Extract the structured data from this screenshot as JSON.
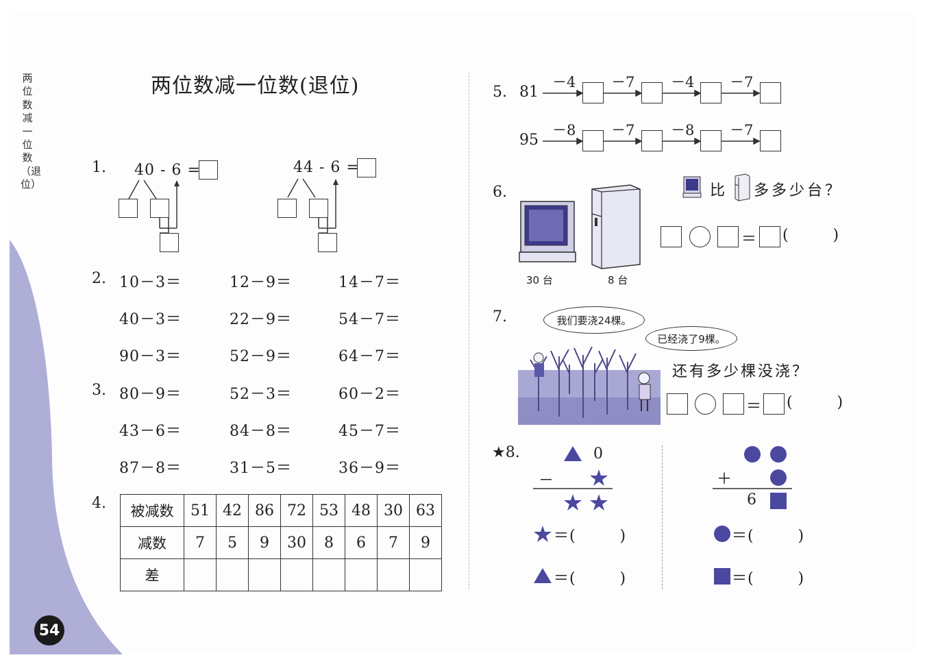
{
  "side_title": "两位数减一位数（退位）",
  "title": "两位数减一位数(退位)",
  "page_number": "54",
  "q1": {
    "num": "1.",
    "left_expr": "40 - 6 =",
    "right_expr": "44 - 6 ="
  },
  "q2": {
    "num": "2.",
    "rows": [
      [
        "10－3＝",
        "12－9＝",
        "14－7＝"
      ],
      [
        "40－3＝",
        "22－9＝",
        "54－7＝"
      ],
      [
        "90－3＝",
        "52－9＝",
        "64－7＝"
      ]
    ]
  },
  "q3": {
    "num": "3.",
    "rows": [
      [
        "80－9＝",
        "52－3＝",
        "60－2＝"
      ],
      [
        "43－6＝",
        "84－8＝",
        "45－7＝"
      ],
      [
        "87－8＝",
        "31－5＝",
        "36－9＝"
      ]
    ]
  },
  "q4": {
    "num": "4.",
    "row_headers": [
      "被减数",
      "减数",
      "差"
    ],
    "minuends": [
      "51",
      "42",
      "86",
      "72",
      "53",
      "48",
      "30",
      "63"
    ],
    "subtrahends": [
      "7",
      "5",
      "9",
      "30",
      "8",
      "6",
      "7",
      "9"
    ]
  },
  "q5": {
    "num": "5.",
    "chains": [
      {
        "start": "81",
        "ops": [
          "－4",
          "－7",
          "－4",
          "－7"
        ]
      },
      {
        "start": "95",
        "ops": [
          "－8",
          "－7",
          "－8",
          "－7"
        ]
      }
    ]
  },
  "q6": {
    "num": "6.",
    "tv_label": "30 台",
    "fridge_label": "8 台",
    "question_part1": "比",
    "question_part2": "多多少台？",
    "paren": "(        )"
  },
  "q7": {
    "num": "7.",
    "bubble1": "我们要浇24棵。",
    "bubble2": "已经浇了9棵。",
    "question": "还有多少棵没浇？",
    "paren": "(        )"
  },
  "q8": {
    "num": "★8.",
    "left_top_digit": "0",
    "left_op": "－",
    "right_op": "＋",
    "right_bottom_digit": "6",
    "answer_paren": "＝(        )"
  },
  "colors": {
    "accent": "#5b58a8",
    "side_band": "#aeaed6",
    "ink": "#222222"
  }
}
